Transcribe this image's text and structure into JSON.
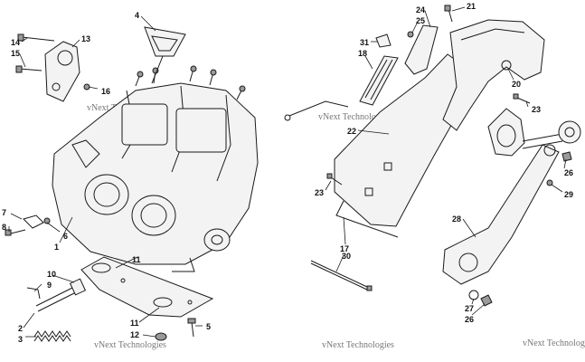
{
  "watermark": "vNext Technologies",
  "callouts": {
    "c1": "1",
    "c2": "2",
    "c3": "3",
    "c4": "4",
    "c5": "5",
    "c6": "6",
    "c7": "7",
    "c8": "8",
    "c9": "9",
    "c10": "10",
    "c11": "11",
    "c12": "12",
    "c13": "13",
    "c14": "14",
    "c15": "15",
    "c16": "16",
    "c17": "17",
    "c18": "18",
    "c20": "20",
    "c21": "21",
    "c22": "22",
    "c23a": "23",
    "c23b": "23",
    "c24": "24",
    "c25": "25",
    "c26a": "26",
    "c26b": "26",
    "c27": "27",
    "c28": "28",
    "c29": "29",
    "c30": "30",
    "c31": "31"
  }
}
